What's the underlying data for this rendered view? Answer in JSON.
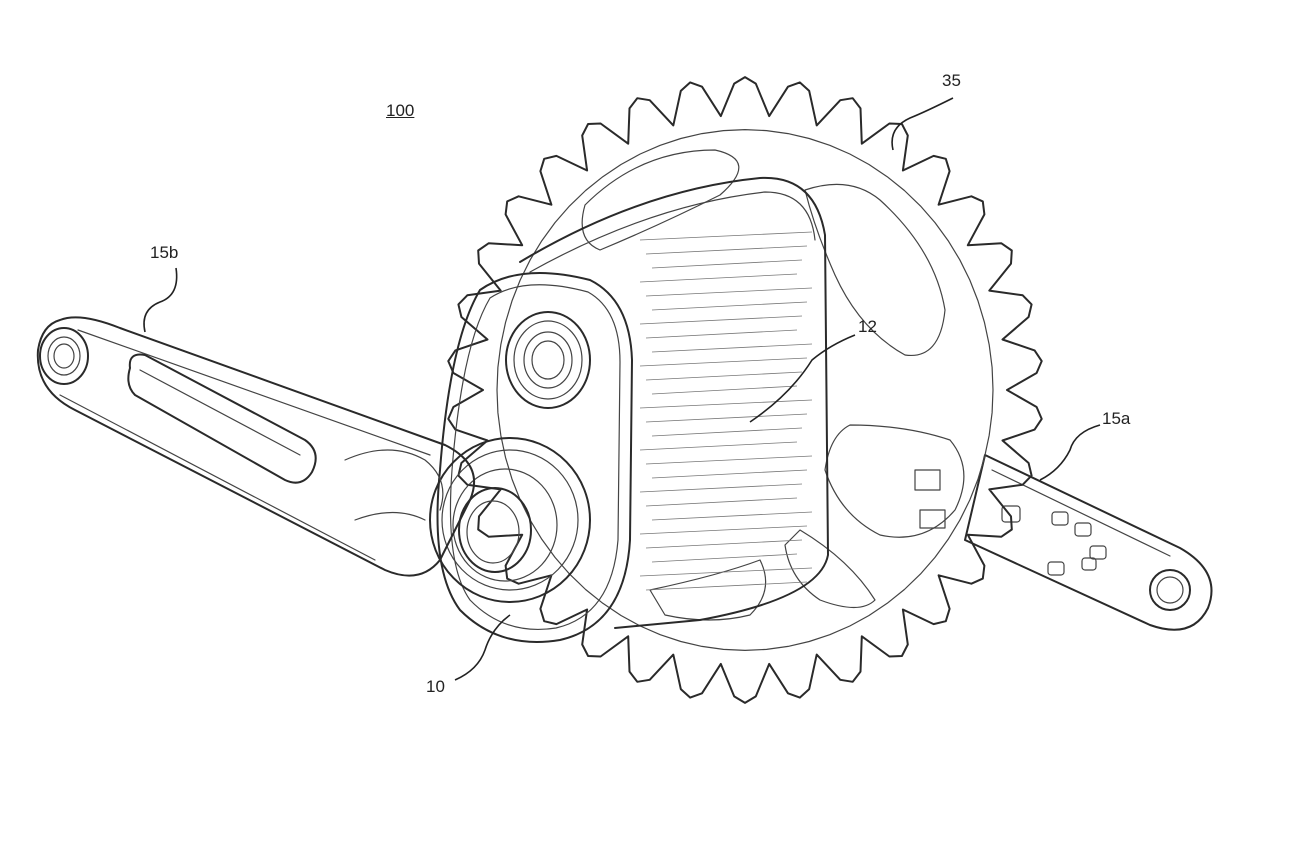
{
  "figure": {
    "reference_numerals": {
      "assembly": "100",
      "chainring": "35",
      "crank_arm_left": "15b",
      "housing": "12",
      "crank_arm_right": "15a",
      "motor_unit": "10"
    }
  }
}
